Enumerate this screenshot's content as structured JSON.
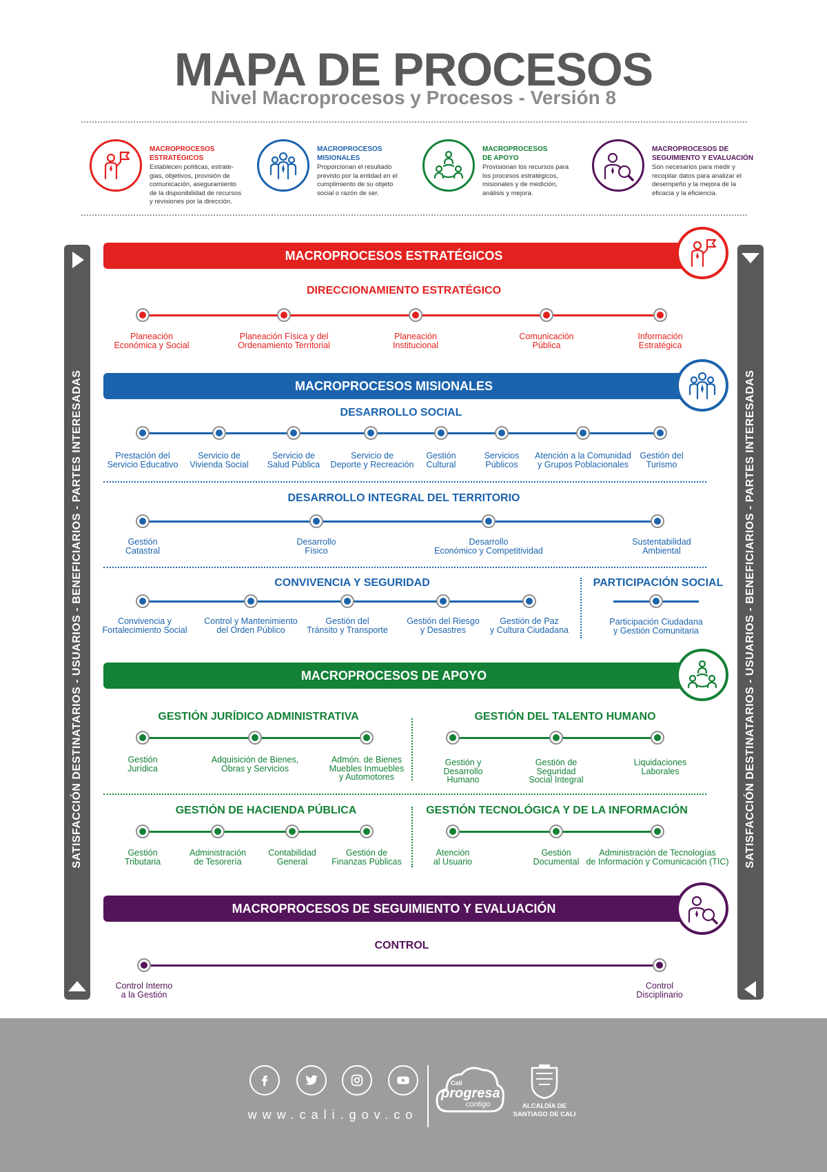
{
  "header": {
    "title": "MAPA DE PROCESOS",
    "subtitle": "Nivel Macroprocesos y Procesos - Versión 8"
  },
  "colors": {
    "strategic": "#e3211e",
    "missional": "#1b63ad",
    "support": "#138136",
    "evaluation": "#54145a",
    "gray": "#58595b"
  },
  "legend": [
    {
      "icon": "strategy-flag-person-icon",
      "title1": "MACROPROCESOS",
      "title2": "ESTRATÉGICOS",
      "desc": "Establecen políticas, estrate-\ngias, objetivos, provisión de\ncomunicación, aseguramiento\nde la disponibilidad de recursos\ny revisiones por la dirección."
    },
    {
      "icon": "group-people-icon",
      "title1": "MACROPROCESOS",
      "title2": "MISIONALES",
      "desc": "Proporcionan el resultado\nprevisto por la entidad en el\ncumplimiento de su objeto\nsocial o razón de ser."
    },
    {
      "icon": "network-people-icon",
      "title1": "MACROPROCESOS",
      "title2": "DE APOYO",
      "desc": "Provisionan los recursos para\nlos procesos estratégicos,\nmisionales y de medición,\nanálisis y mejora."
    },
    {
      "icon": "magnifier-person-icon",
      "title1": "MACROPROCESOS DE",
      "title2": "SEGUIMIENTO Y EVALUACIÓN",
      "desc": "Son necesarios para medir y\nrecopilar datos para analizar el\ndesempeño y la mejora de la\neficacia y la eficiencia."
    }
  ],
  "sidebar_text": "SATISFACCIÓN DESTINATARIOS - USUARIOS - BENEFICIARIOS - PARTES INTERESADAS",
  "bands": {
    "strategic": "MACROPROCESOS ESTRATÉGICOS",
    "missional": "MACROPROCESOS MISIONALES",
    "support": "MACROPROCESOS DE APOYO",
    "evaluation": "MACROPROCESOS DE SEGUIMIENTO Y EVALUACIÓN"
  },
  "groups": {
    "direccionamiento": {
      "title": "DIRECCIONAMIENTO ESTRATÉGICO",
      "items": [
        "Planeación\nEconómica y Social",
        "Planeación Física y del\nOrdenamiento Territorial",
        "Planeación\nInstitucional",
        "Comunicación\nPública",
        "Información\nEstratégica"
      ]
    },
    "social": {
      "title": "DESARROLLO SOCIAL",
      "items": [
        "Prestación del\nServicio Educativo",
        "Servicio de\nVivienda Social",
        "Servicio de\nSalud Pública",
        "Servicio de\nDeporte y Recreación",
        "Gestión\nCultural",
        "Servicios\nPúblicos",
        "Atención a la Comunidad\ny Grupos Poblacionales",
        "Gestión del\nTurismo"
      ]
    },
    "territorio": {
      "title": "DESARROLLO INTEGRAL DEL TERRITORIO",
      "items": [
        "Gestión\nCatastral",
        "Desarrollo\nFísico",
        "Desarrollo\nEconómico y Competitividad",
        "Sustentabilidad\nAmbiental"
      ]
    },
    "convivencia": {
      "title": "CONVIVENCIA Y SEGURIDAD",
      "items": [
        "Convivencia y\nFortalecimiento Social",
        "Control y Mantenimiento\ndel Orden Público",
        "Gestión del\nTránsito y Transporte",
        "Gestión del Riesgo\ny Desastres",
        "Gestión de Paz\ny Cultura Ciudadana"
      ]
    },
    "participacion": {
      "title": "PARTICIPACIÓN SOCIAL",
      "items": [
        "Participación Ciudadana\ny Gestión Comunitaria"
      ]
    },
    "juridico": {
      "title": "GESTIÓN JURÍDICO ADMINISTRATIVA",
      "items": [
        "Gestión\nJurídica",
        "Adquisición de Bienes,\nObras y Servicios",
        "Admón. de Bienes\nMuebles Inmuebles\ny Automotores"
      ]
    },
    "talento": {
      "title": "GESTIÓN DEL TALENTO HUMANO",
      "items": [
        "Gestión y\nDesarrollo\nHumano",
        "Gestión de\nSeguridad\nSocial Integral",
        "Liquidaciones\nLaborales"
      ]
    },
    "hacienda": {
      "title": "GESTIÓN DE HACIENDA PÚBLICA",
      "items": [
        "Gestión\nTributaria",
        "Administración\nde Tesorería",
        "Contabilidad\nGeneral",
        "Gestión de\nFinanzas Públicas"
      ]
    },
    "tecnologica": {
      "title": "GESTIÓN TECNOLÓGICA Y DE LA INFORMACIÓN",
      "items": [
        "Atención\nal Usuario",
        "Gestión\nDocumental",
        "Administración de Tecnologías\nde Información y Comunicación (TIC)"
      ]
    },
    "control": {
      "title": "CONTROL",
      "items": [
        "Control Interno\na la Gestión",
        "Control\nDisciplinario"
      ]
    }
  },
  "footer": {
    "social": [
      "facebook-icon",
      "twitter-icon",
      "instagram-icon",
      "youtube-icon"
    ],
    "website": "www.cali.gov.co",
    "logo_small": "Cali",
    "logo_main": "progresa",
    "logo_sub": "contigo",
    "alcaldia_line1": "ALCALDÍA DE",
    "alcaldia_line2": "SANTIAGO DE CALI"
  }
}
